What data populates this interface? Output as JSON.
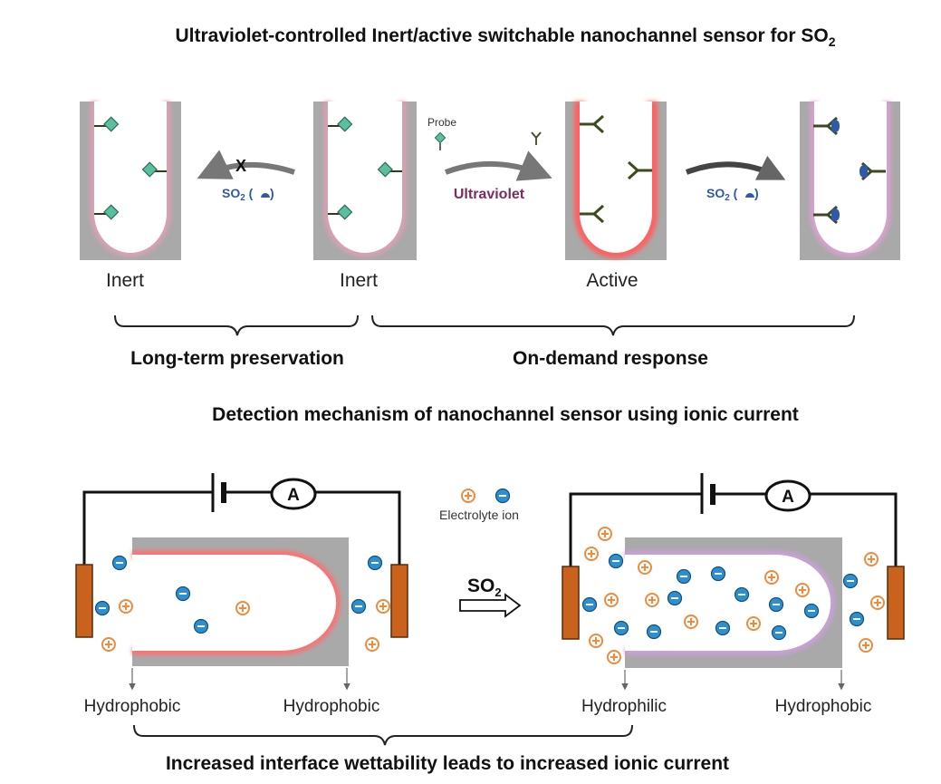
{
  "title_top": "Ultraviolet-controlled Inert/active switchable nanochannel sensor for SO",
  "title_top_sub": "2",
  "channels": [
    {
      "label": "Inert"
    },
    {
      "label": "Inert"
    },
    {
      "label": "Active"
    }
  ],
  "probe_legend": "Probe",
  "arrow_left": {
    "text": "SO",
    "sub": "2",
    "blocked_mark": "X"
  },
  "arrow_mid": {
    "text": "Ultraviolet"
  },
  "arrow_right": {
    "text": "SO",
    "sub": "2"
  },
  "braces": {
    "left": "Long-term preservation",
    "right": "On-demand response"
  },
  "title_bottom": "Detection mechanism of nanochannel sensor using ionic current",
  "ammeter_symbol": "A",
  "electrolyte_legend": "Electrolyte ion",
  "arrow_so2": {
    "text": "SO",
    "sub": "2"
  },
  "surfaces": {
    "left_a": "Hydrophobic",
    "left_b": "Hydrophobic",
    "right_a": "Hydrophilic",
    "right_b": "Hydrophobic"
  },
  "conclusion": "Increased interface wettability leads to increased ionic current",
  "colors": {
    "wall": "#a9a9a9",
    "inert_glow": "#c9b3c9",
    "active_glow": "#ff6f6f",
    "probe": "#5bbf9f",
    "receptor": "#3d4a1f",
    "so2_bound": "#2f5aa8",
    "cation": "#f08a3c",
    "anion": "#2b8fd0",
    "electrode": "#c8621c"
  }
}
